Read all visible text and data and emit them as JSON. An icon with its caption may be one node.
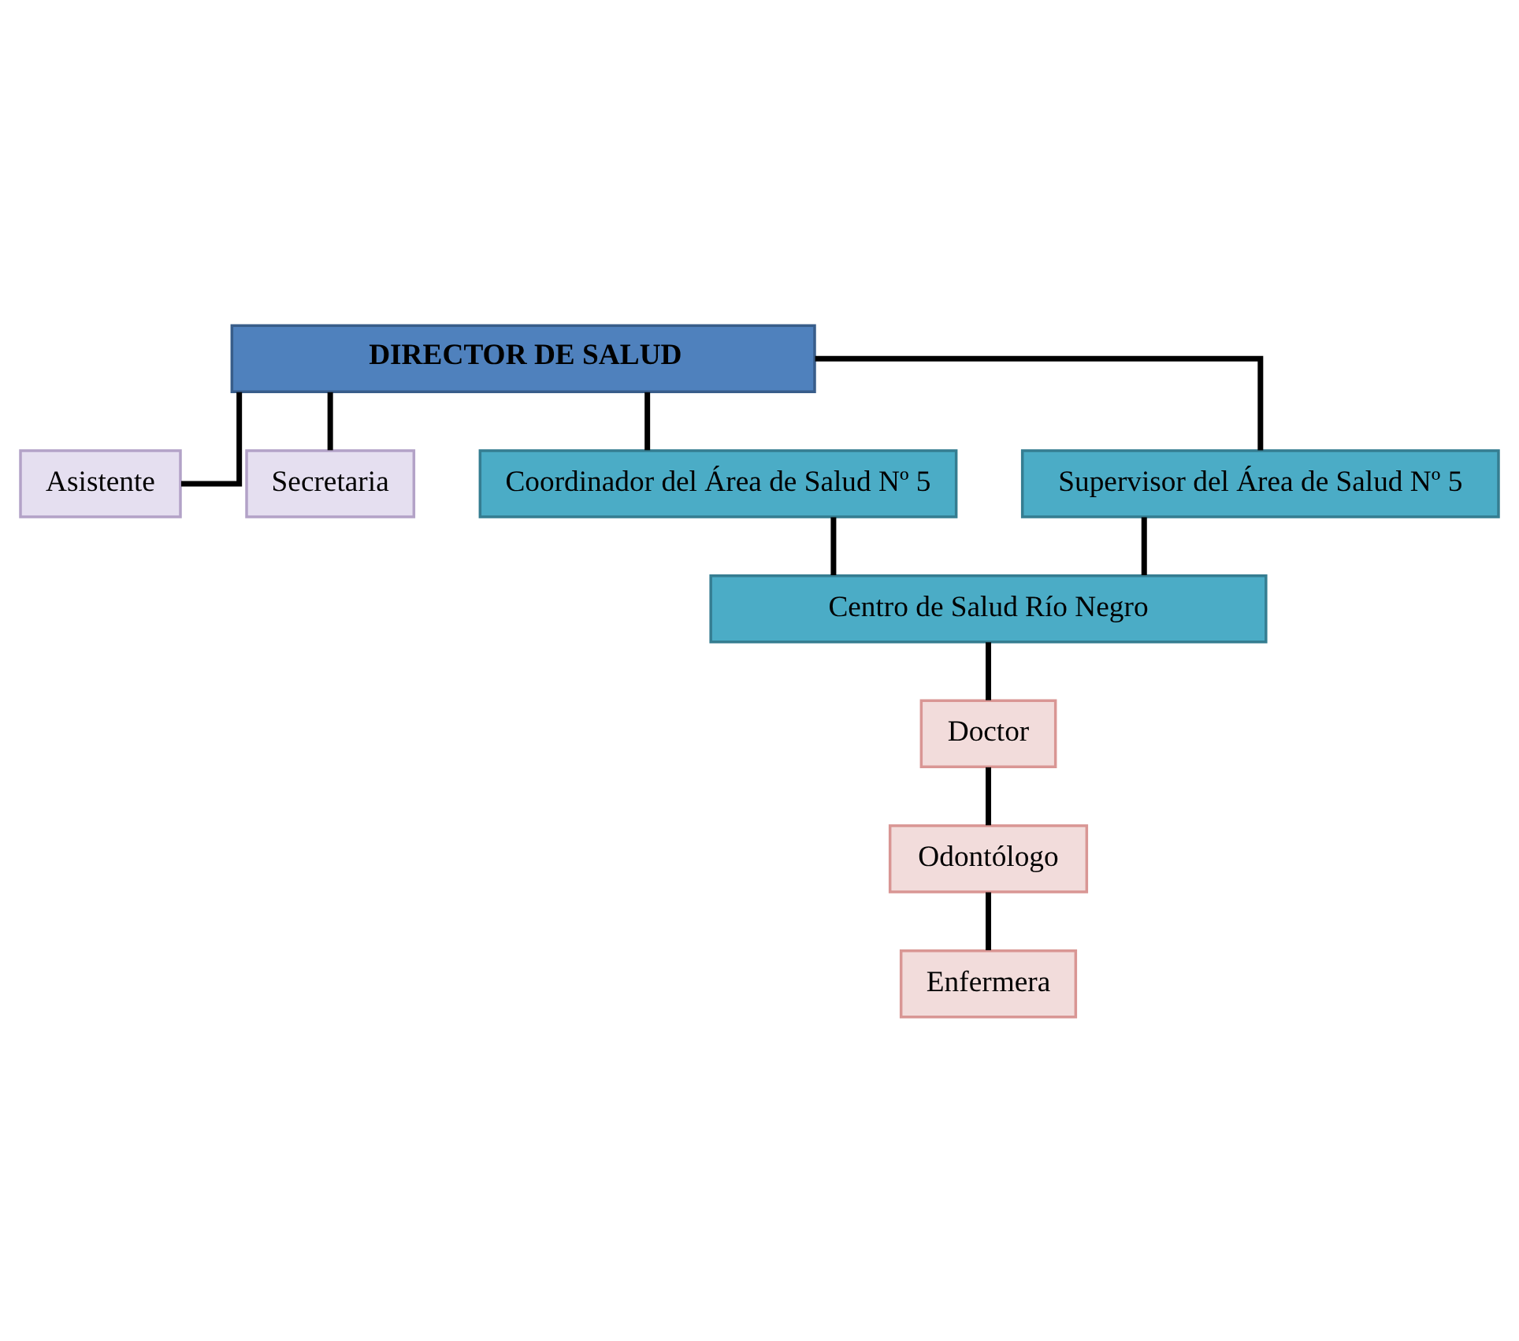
{
  "diagram": {
    "nodes": [
      {
        "text": [
          "DIRECTOR DE SALUD"
        ]
      },
      {
        "text": [
          "Asistente"
        ]
      },
      {
        "text": [
          "Secretaria"
        ]
      },
      {
        "text": [
          "Coordinador del Área de Salud Nº 5"
        ]
      },
      {
        "text": [
          "Supervisor del Área de Salud Nº 5"
        ]
      },
      {
        "text": [
          "Centro de Salud Río Negro"
        ]
      },
      {
        "text": [
          "Doctor"
        ]
      },
      {
        "text": [
          "Odontólogo"
        ]
      },
      {
        "text": [
          "Enfermera"
        ]
      }
    ],
    "edges": [
      {
        "from": 0,
        "to": 1,
        "arrow": "none"
      },
      {
        "from": 0,
        "to": 2,
        "arrow": "none"
      },
      {
        "from": 0,
        "to": 3,
        "arrow": "none"
      },
      {
        "from": 0,
        "to": 4,
        "arrow": "none"
      },
      {
        "from": 3,
        "to": 5,
        "arrow": "none"
      },
      {
        "from": 4,
        "to": 5,
        "arrow": "none"
      },
      {
        "from": 5,
        "to": 6,
        "arrow": "none"
      },
      {
        "from": 6,
        "to": 7,
        "arrow": "none"
      },
      {
        "from": 7,
        "to": 8,
        "arrow": "none"
      }
    ]
  }
}
